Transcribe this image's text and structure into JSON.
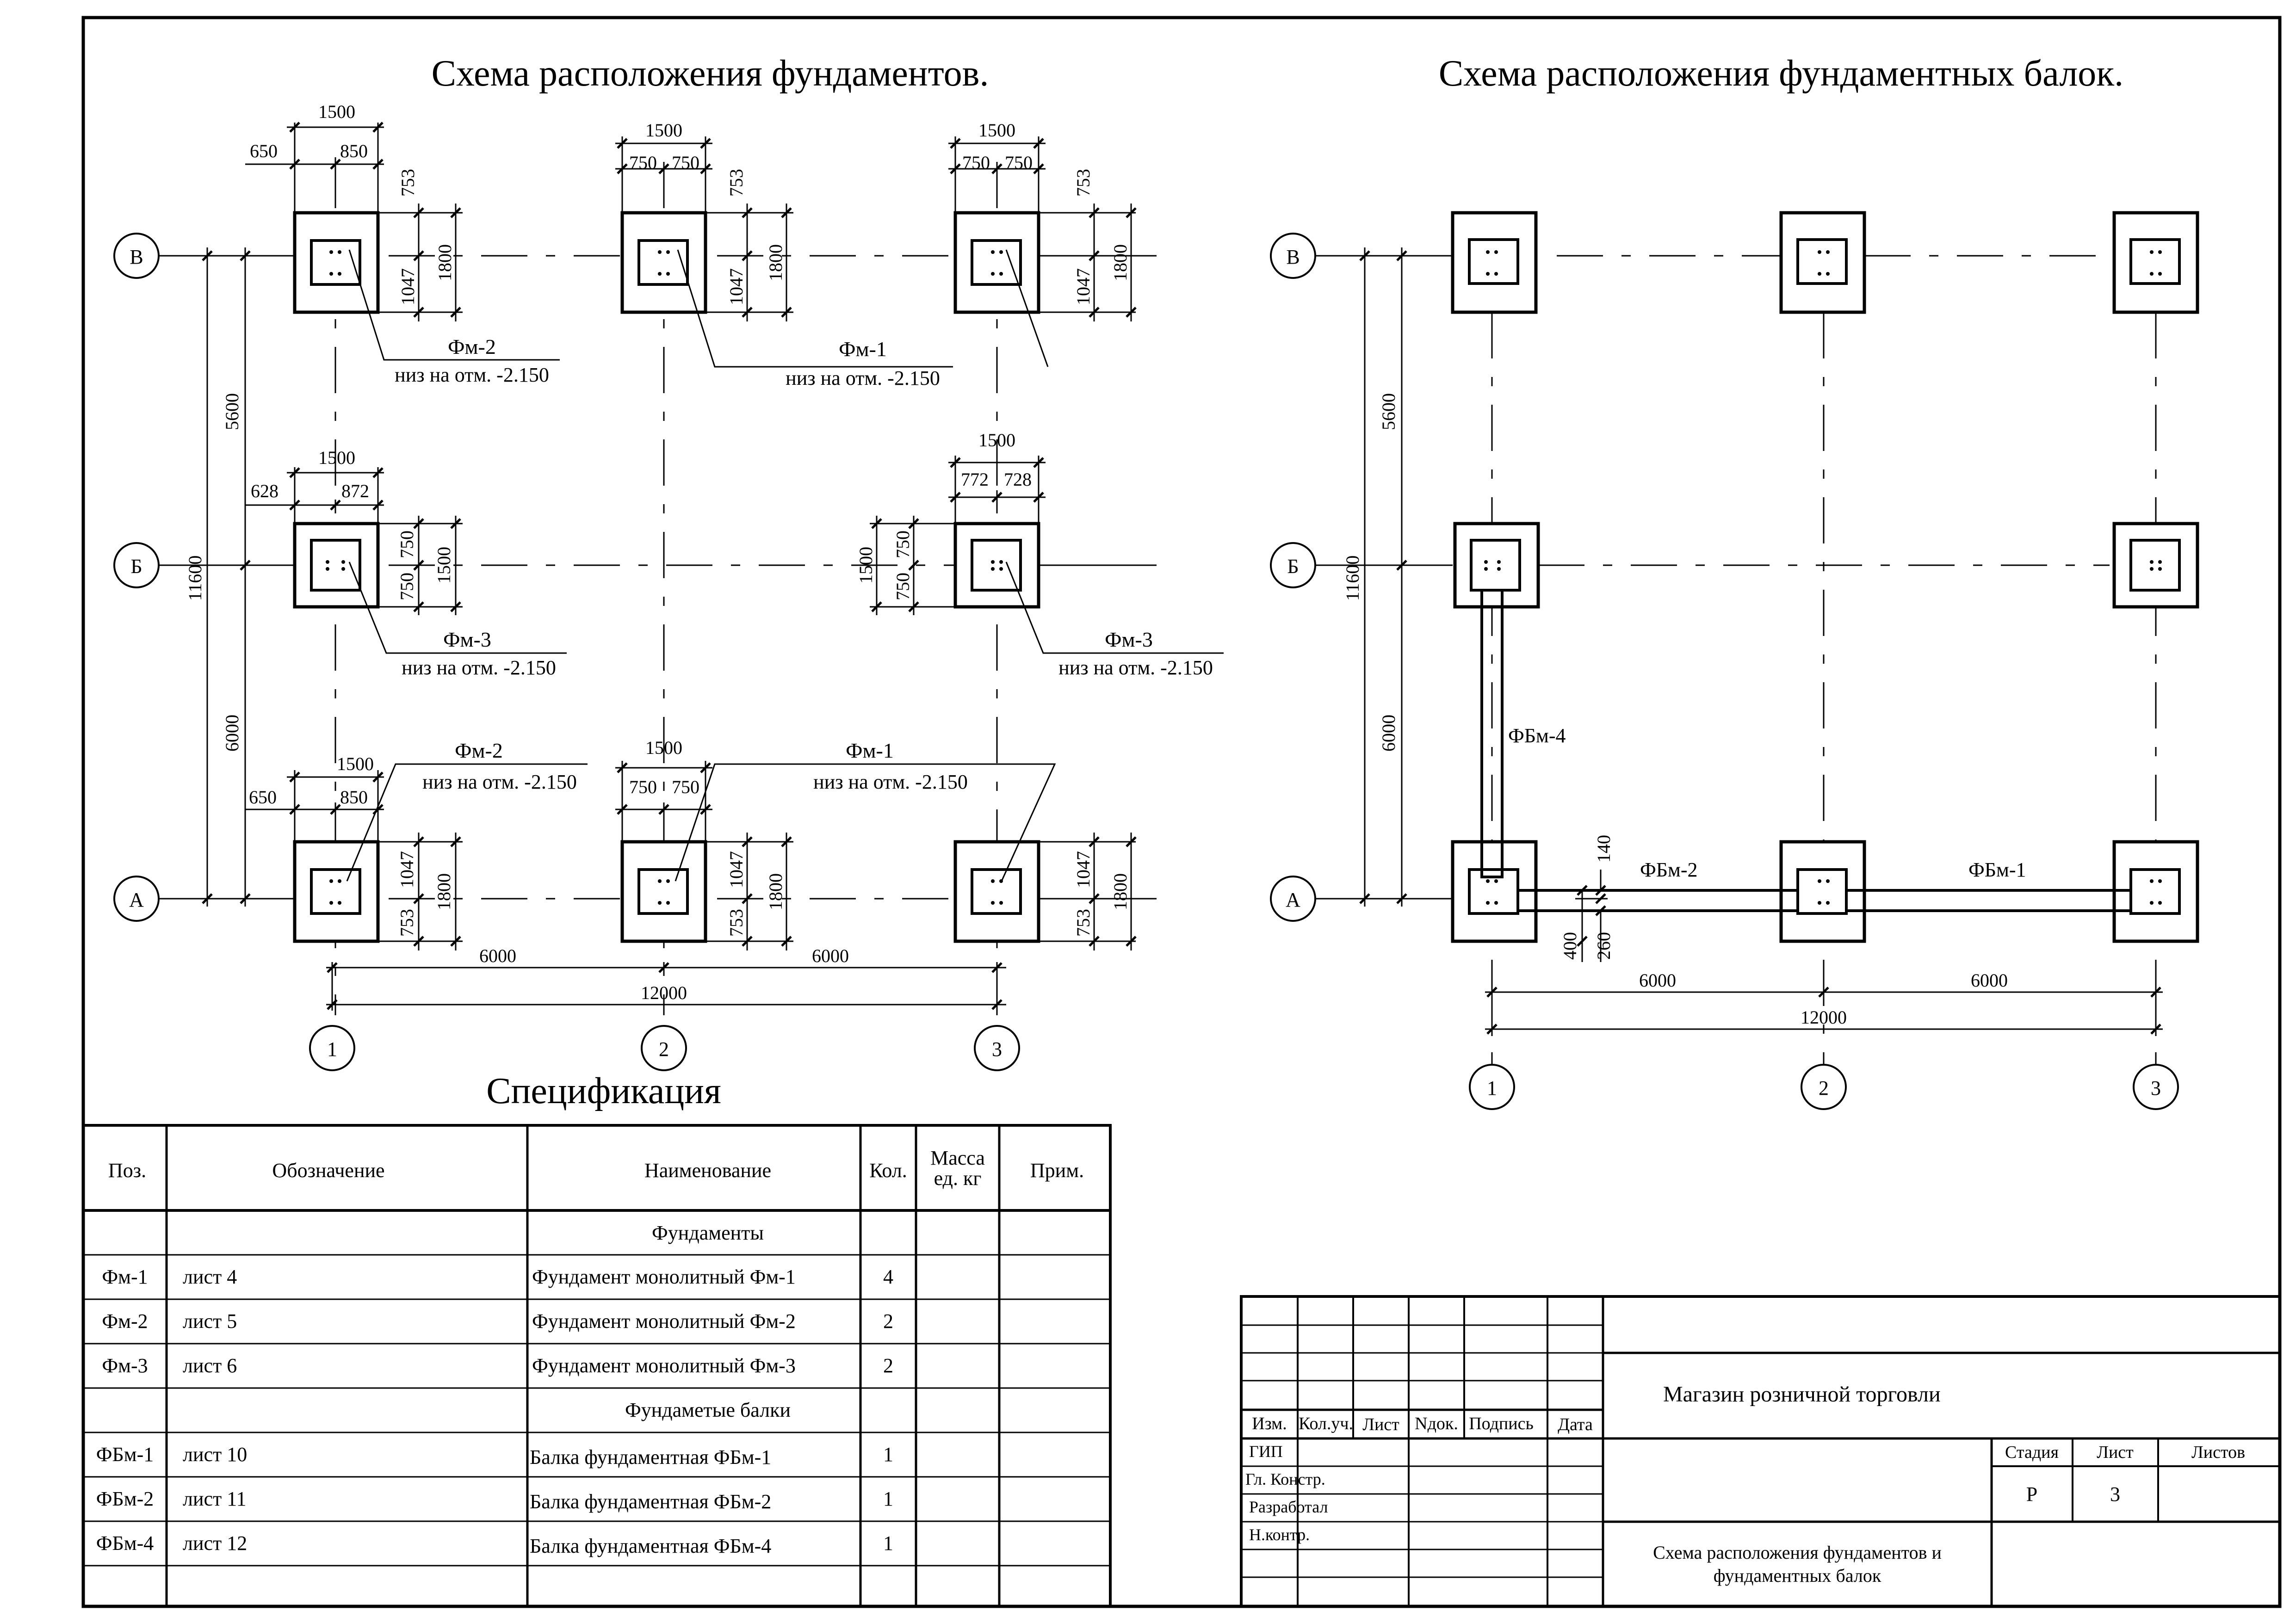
{
  "left_plan": {
    "title": "Схема расположения фундаментов.",
    "row_v": {
      "marks": [
        {
          "top_total": "1500",
          "top_left": "650",
          "top_right": "850",
          "side_a": "753",
          "side_b": "1047",
          "side_total": "1800"
        },
        {
          "top_total": "1500",
          "top_left": "750",
          "top_right": "750",
          "side_a": "753",
          "side_b": "1047",
          "side_total": "1800"
        },
        {
          "top_total": "1500",
          "top_left": "750",
          "top_right": "750",
          "side_a": "753",
          "side_b": "1047",
          "side_total": "1800"
        }
      ],
      "callouts": [
        {
          "name": "Фм-2",
          "level": "низ на отм. -2.150"
        },
        {
          "name": "Фм-1",
          "level": "низ на отм. -2.150"
        }
      ]
    },
    "row_b": {
      "marks": [
        {
          "top_total": "1500",
          "top_left": "628",
          "top_right": "872",
          "side_a": "750",
          "side_b": "750",
          "side_total": "1500"
        },
        {
          "top_total": "1500",
          "top_left": "772",
          "top_right": "728",
          "side_a": "750",
          "side_b": "750",
          "side_total": "1500"
        }
      ],
      "callouts": [
        {
          "name": "Фм-3",
          "level": "низ на отм. -2.150"
        },
        {
          "name": "Фм-3",
          "level": "низ на отм. -2.150"
        }
      ]
    },
    "row_a": {
      "marks": [
        {
          "top_total": "1500",
          "top_left": "650",
          "top_right": "850",
          "side_a": "1047",
          "side_b": "753",
          "side_total": "1800"
        },
        {
          "top_total": "1500",
          "top_left": "750",
          "top_right": "750",
          "side_a": "1047",
          "side_b": "753",
          "side_total": "1800"
        },
        {
          "side_a": "1047",
          "side_b": "753",
          "side_total": "1800"
        }
      ],
      "callouts": [
        {
          "name": "Фм-2",
          "level": "низ на отм. -2.150"
        },
        {
          "name": "Фм-1",
          "level": "низ на отм. -2.150"
        }
      ]
    },
    "vertical_dims": {
      "total": "11600",
      "upper": "5600",
      "lower": "6000"
    },
    "bottom_dims": {
      "span1": "6000",
      "span2": "6000",
      "total": "12000"
    }
  },
  "right_plan": {
    "title": "Схема расположения фундаментных балок.",
    "vertical_dims": {
      "total": "11600",
      "upper": "5600",
      "lower": "6000"
    },
    "bottom_dims": {
      "span1": "6000",
      "span2": "6000",
      "total": "12000"
    },
    "beams": {
      "fbm4": "ФБм-4",
      "fbm2": "ФБм-2",
      "fbm1": "ФБм-1"
    },
    "beam_dims": {
      "d140": "140",
      "d400": "400",
      "d260": "260"
    }
  },
  "axes": {
    "rows": [
      "В",
      "Б",
      "А"
    ],
    "columns": [
      "1",
      "2",
      "3"
    ]
  },
  "specification": {
    "title": "Спецификация",
    "headers": {
      "pos": "Поз.",
      "designation": "Обозначение",
      "name": "Наименование",
      "qty": "Кол.",
      "mass_line1": "Масса",
      "mass_line2": "ед. кг",
      "note": "Прим."
    },
    "rows": [
      {
        "section": "Фундаменты"
      },
      {
        "pos": "Фм-1",
        "designation": "лист 4",
        "name": "Фундамент монолитный Фм-1",
        "qty": "4"
      },
      {
        "pos": "Фм-2",
        "designation": "лист 5",
        "name": "Фундамент монолитный Фм-2",
        "qty": "2"
      },
      {
        "pos": "Фм-3",
        "designation": "лист 6",
        "name": "Фундамент монолитный Фм-3",
        "qty": "2"
      },
      {
        "section": "Фундаметые балки"
      },
      {
        "pos": "ФБм-1",
        "designation": "лист 10",
        "name": "Балка фундаментная ФБм-1",
        "qty": "1"
      },
      {
        "pos": "ФБм-2",
        "designation": "лист 11",
        "name": "Балка фундаментная ФБм-2",
        "qty": "1"
      },
      {
        "pos": "ФБм-4",
        "designation": "лист 12",
        "name": "Балка фундаментная ФБм-4",
        "qty": "1"
      },
      {}
    ]
  },
  "title_block": {
    "object_name": "Магазин розничной торговли",
    "sheet_title_line1": "Схема расположения фундаментов и",
    "sheet_title_line2": "фундаментных балок",
    "headers": {
      "izm": "Изм.",
      "kol": "Кол.уч.",
      "list": "Лист",
      "ndok": "Nдок.",
      "podpis": "Подпись",
      "data": "Дата"
    },
    "roles": [
      "ГИП",
      "Гл. Констр.",
      "Разработал",
      "Н.контр."
    ],
    "stage_label": "Стадия",
    "sheet_label": "Лист",
    "sheets_label": "Листов",
    "stage": "Р",
    "sheet": "3",
    "sheets": ""
  }
}
